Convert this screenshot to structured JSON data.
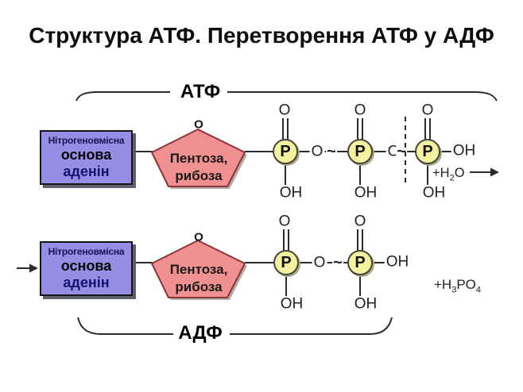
{
  "title": "Структура АТФ. Перетворення АТФ у АДФ",
  "brackets": {
    "atp_label": "АТФ",
    "adp_label": "АДФ"
  },
  "nitrogen_base": {
    "line1": "Нітрогеновмісна",
    "line2": "основа",
    "line3": "аденін"
  },
  "pentose": {
    "line1": "Пентоза,",
    "line2": "рибоза",
    "ring_oxygen": "O"
  },
  "chem": {
    "phosphorus": "P",
    "oxygen": "O",
    "hydroxyl": "OH",
    "high_energy_bond": "~"
  },
  "reactions": {
    "water": {
      "prefix": "+H",
      "subscript": "2",
      "suffix": "O"
    },
    "phosphoric_acid": {
      "prefix": "+H",
      "subscript1": "3",
      "mid": "PO",
      "subscript2": "4"
    }
  },
  "colors": {
    "base_fill": "#968de4",
    "pentose_fill": "#f09090",
    "phosphate_fill": "#f5f29f",
    "pentose_border": "#8f3434",
    "line": "#2b2b2b"
  }
}
